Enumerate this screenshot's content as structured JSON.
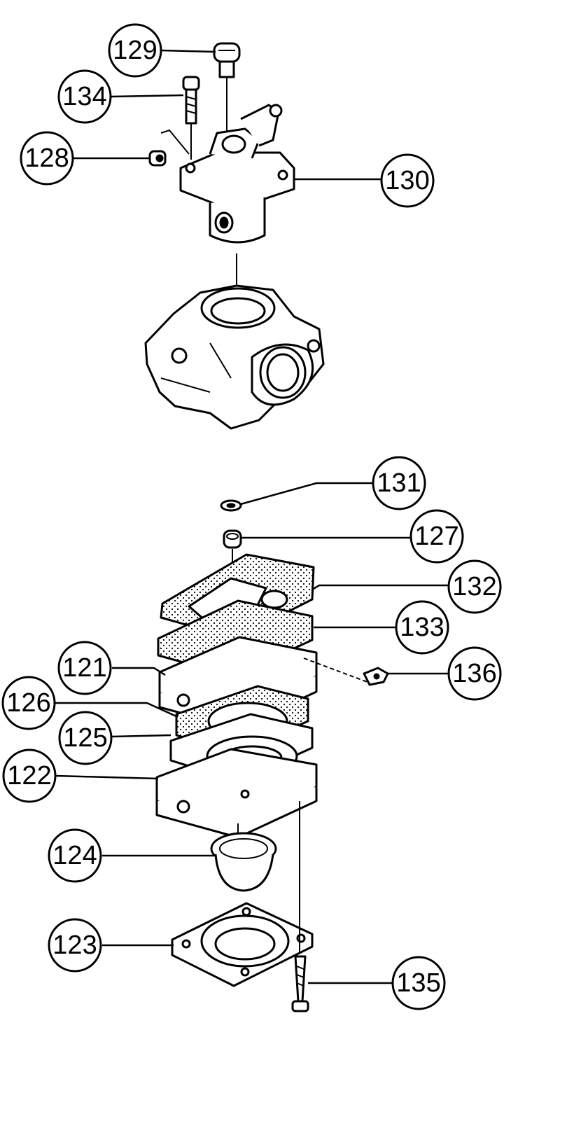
{
  "callouts": {
    "c129": "129",
    "c134": "134",
    "c128": "128",
    "c130": "130",
    "c131": "131",
    "c127": "127",
    "c132": "132",
    "c133": "133",
    "c121": "121",
    "c136": "136",
    "c126": "126",
    "c125": "125",
    "c122": "122",
    "c124": "124",
    "c123": "123",
    "c135": "135"
  }
}
